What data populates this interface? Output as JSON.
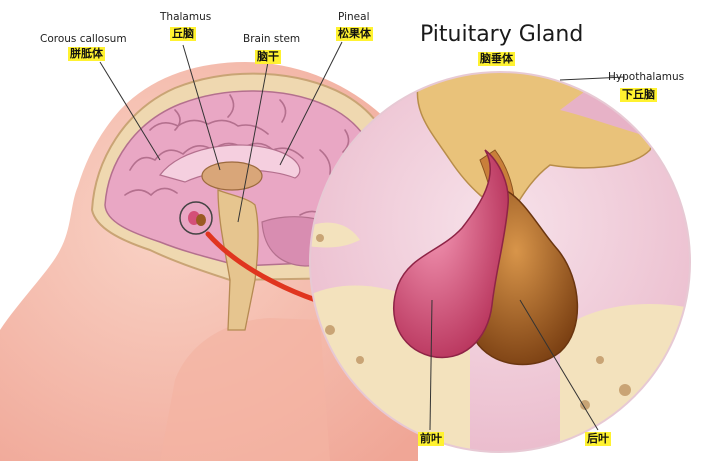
{
  "title": "Pituitary Gland",
  "labels": {
    "corpus_callosum": {
      "en": "Corous callosum",
      "cn": "胼胝体"
    },
    "thalamus": {
      "en": "Thalamus",
      "cn": "丘脑"
    },
    "brain_stem": {
      "en": "Brain stem",
      "cn": "脑干"
    },
    "pineal": {
      "en": "Pineal",
      "cn": "松果体"
    },
    "pituitary": {
      "cn": "脑垂体"
    },
    "hypothalamus": {
      "en": "Hypothalamus",
      "cn": "下丘脑"
    },
    "anterior": {
      "cn": "前叶"
    },
    "posterior": {
      "cn": "后叶"
    }
  },
  "colors": {
    "skin": "#f4b6a6",
    "brain": "#e9a7c4",
    "bone": "#efd8b0",
    "anterior_lobe": "#d44f78",
    "posterior_lobe": "#9a5a23",
    "arrow": "#e0351f",
    "label_bg": "#fff230"
  }
}
